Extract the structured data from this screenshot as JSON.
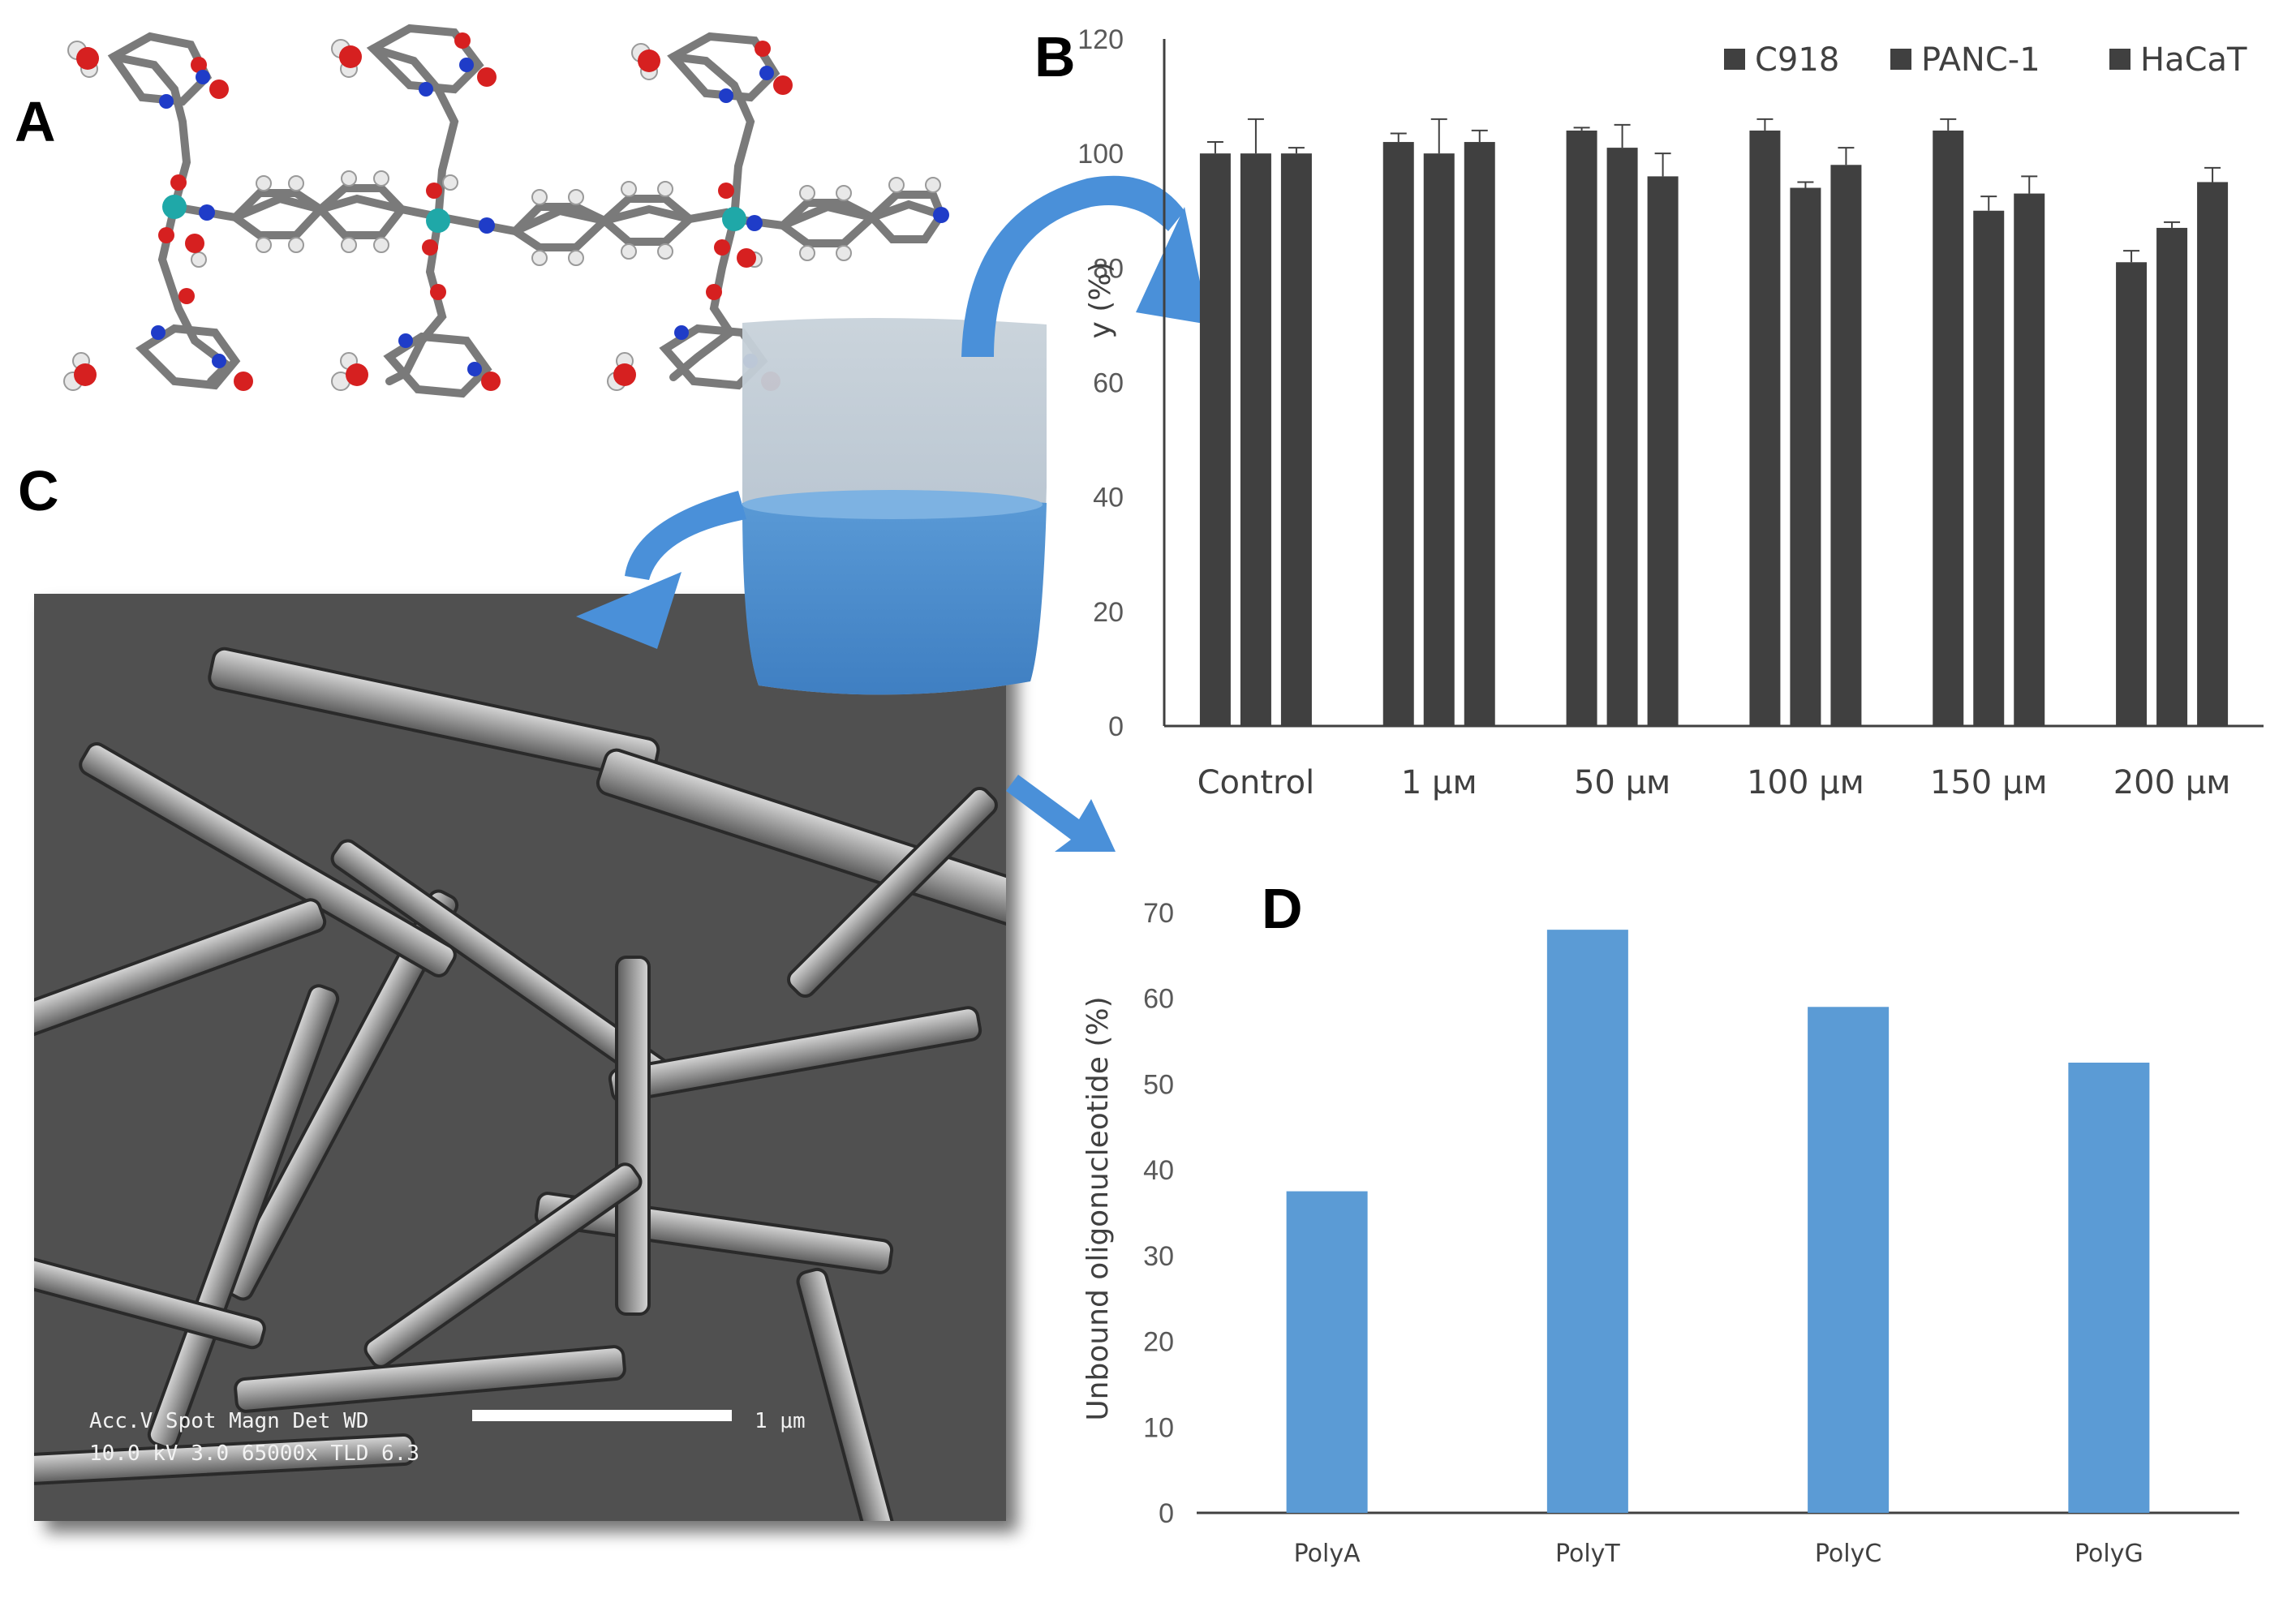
{
  "panels": {
    "a": {
      "letter": "A"
    },
    "b": {
      "letter": "B"
    },
    "c": {
      "letter": "C"
    },
    "d": {
      "letter": "D"
    }
  },
  "sem": {
    "line1": "Acc.V  Spot Magn    Det  WD",
    "line2": "10.0 kV 3.0  65000x  TLD  6.3",
    "scale_label": "1 μm"
  },
  "colors": {
    "bar_dark": "#404040",
    "bar_blue": "#5b9bd5",
    "arrow_blue": "#4a90d9",
    "axis": "#404040"
  },
  "chart_data": [
    {
      "panel": "B",
      "type": "bar",
      "categories": [
        "Control",
        "1 μм",
        "50 μм",
        "100 μм",
        "150 μм",
        "200 μм"
      ],
      "series": [
        {
          "name": "C918",
          "values": [
            100,
            102,
            104,
            104,
            104,
            81
          ],
          "errors": [
            2,
            1.5,
            0.5,
            2,
            2,
            2
          ]
        },
        {
          "name": "PANC-1",
          "values": [
            100,
            100,
            101,
            94,
            90,
            87
          ],
          "errors": [
            6,
            6,
            4,
            1,
            2.5,
            1
          ]
        },
        {
          "name": "HaCaT",
          "values": [
            100,
            102,
            96,
            98,
            93,
            95
          ],
          "errors": [
            1,
            2,
            4,
            3,
            3,
            2.5
          ]
        }
      ],
      "ylabel_visible": "y (%)",
      "ylim": [
        0,
        120
      ],
      "yticks": [
        0,
        20,
        40,
        60,
        80,
        100,
        120
      ],
      "legend": "top-right",
      "grid": false
    },
    {
      "panel": "D",
      "type": "bar",
      "categories": [
        "PolyA",
        "PolyT",
        "PolyC",
        "PolyG"
      ],
      "values": [
        37.5,
        68,
        59,
        52.5
      ],
      "ylabel": "Unbound oligonucleotide (%)",
      "ylim": [
        0,
        70
      ],
      "yticks": [
        0,
        10,
        20,
        30,
        40,
        50,
        60,
        70
      ],
      "grid": false
    }
  ]
}
